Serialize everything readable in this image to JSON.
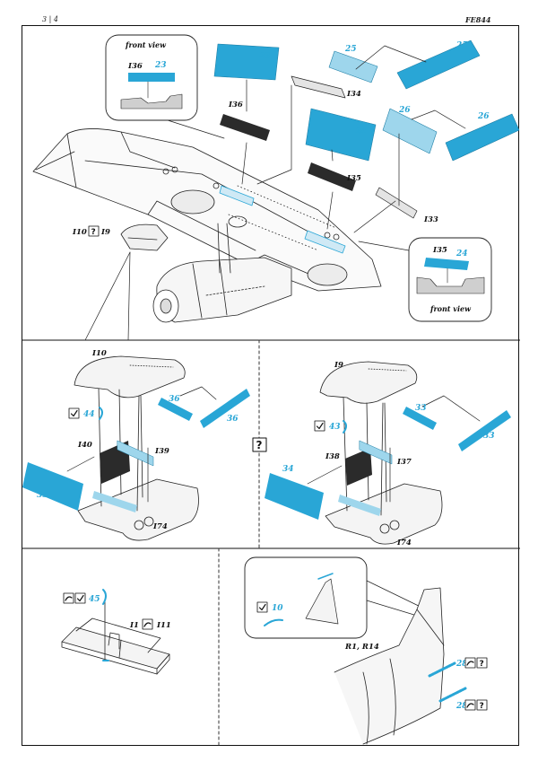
{
  "header": {
    "page": "3 | 4",
    "code": "FE844"
  },
  "colors": {
    "pe_blue": "#29a6d6",
    "pe_light": "#9ed6ec",
    "dark_part": "#2b2b2b",
    "line": "#222222"
  },
  "panel_top": {
    "inset_front_left": {
      "title": "front view",
      "part_resin": "I36",
      "part_pe": "23"
    },
    "inset_front_right": {
      "title": "front view",
      "part_resin": "I35",
      "part_pe": "24"
    },
    "labels": {
      "pe_23": "23",
      "pe_25a": "25",
      "pe_25b": "25",
      "pe_24": "24",
      "pe_26a": "26",
      "pe_26b": "26",
      "i36": "I36",
      "i34": "I34",
      "i35": "I35",
      "i33": "I33",
      "i10": "I10",
      "i9": "I9"
    }
  },
  "panel_mid_left": {
    "labels": {
      "i10": "I10",
      "pe_36a": "36",
      "pe_36b": "36",
      "pe_44": "44",
      "i40": "I40",
      "i39": "I39",
      "pe_35": "35",
      "i74": "I74"
    }
  },
  "panel_mid_right": {
    "labels": {
      "i9": "I9",
      "pe_33a": "33",
      "pe_33b": "33",
      "pe_43": "43",
      "i38": "I38",
      "i37": "I37",
      "pe_34": "34",
      "i74": "I74"
    }
  },
  "mid_center_icon": "?",
  "panel_bot_left": {
    "labels": {
      "pe_45": "45",
      "i1": "I1",
      "i11": "I11"
    }
  },
  "panel_bot_right": {
    "labels": {
      "pe_10": "10",
      "r_parts": "R1, R14",
      "pe_28a": "28",
      "pe_28b": "28"
    }
  },
  "icons": {
    "check": "check-icon",
    "question": "question-icon",
    "bend": "bend-icon"
  }
}
